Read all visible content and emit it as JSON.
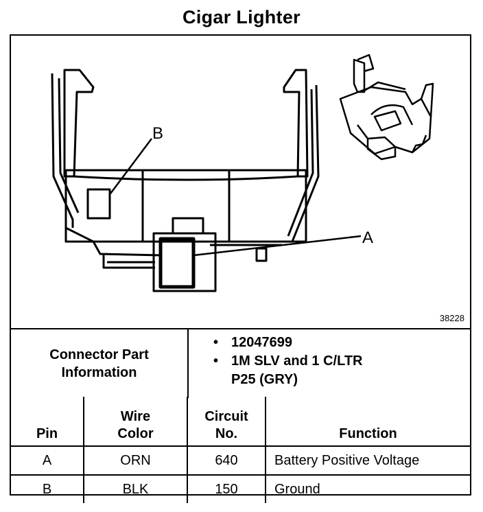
{
  "title": "Cigar Lighter",
  "figure_id": "38228",
  "callouts": {
    "a": "A",
    "b": "B"
  },
  "connector_info": {
    "label_line1": "Connector Part",
    "label_line2": "Information",
    "bullet_symbol": "•",
    "items": [
      {
        "line1": "12047699",
        "line2": ""
      },
      {
        "line1": "1M SLV and 1 C/LTR",
        "line2": "P25 (GRY)"
      }
    ]
  },
  "pin_table": {
    "headers": {
      "pin": "Pin",
      "wire_color_line1": "Wire",
      "wire_color_line2": "Color",
      "circuit_line1": "Circuit",
      "circuit_line2": "No.",
      "function": "Function"
    },
    "rows": [
      {
        "pin": "A",
        "wire_color": "ORN",
        "circuit": "640",
        "function": "Battery Positive Voltage"
      },
      {
        "pin": "B",
        "wire_color": "BLK",
        "circuit": "150",
        "function": "Ground"
      }
    ]
  }
}
